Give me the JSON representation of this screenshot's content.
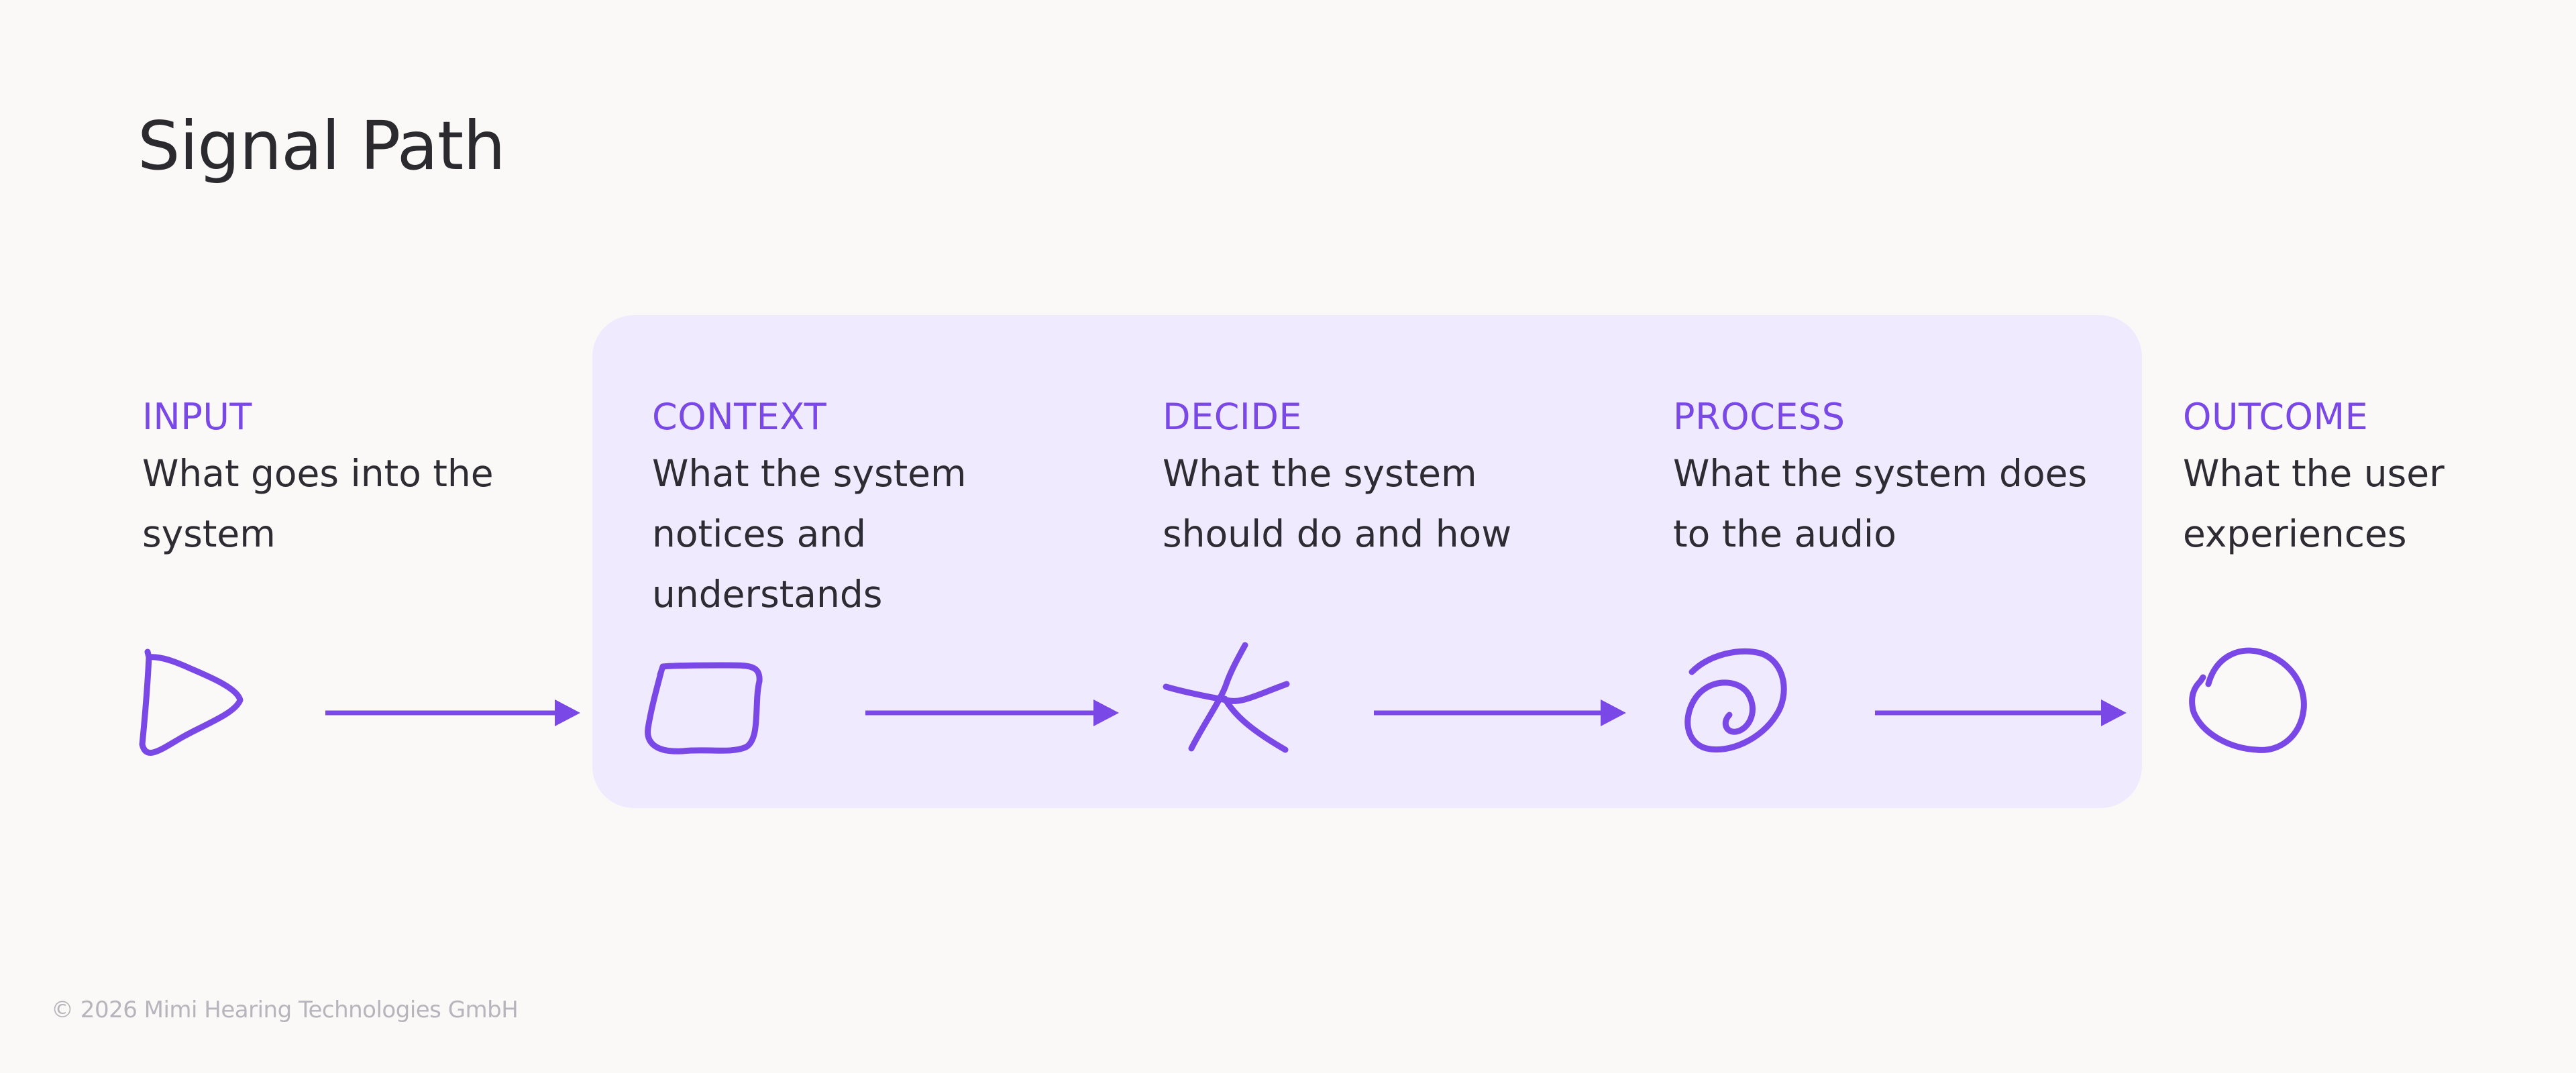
{
  "page": {
    "title": "Signal Path"
  },
  "stages": [
    {
      "label": "INPUT",
      "description": "What goes into the system",
      "icon": "triangle-icon"
    },
    {
      "label": "CONTEXT",
      "description": "What the system notices and understands",
      "icon": "square-icon"
    },
    {
      "label": "DECIDE",
      "description": "What the system should do and how",
      "icon": "asterisk-icon"
    },
    {
      "label": "PROCESS",
      "description": "What the system does to the audio",
      "icon": "spiral-icon"
    },
    {
      "label": "OUTCOME",
      "description": "What the user experiences",
      "icon": "circle-icon"
    }
  ],
  "colors": {
    "accent": "#7B48E8",
    "panel": "#EFEAFE",
    "background": "#FAF9F7",
    "text": "#2E2C33",
    "footer_text": "#B7B4BC"
  },
  "footer": {
    "copyright": "© 2026 Mimi Hearing Technologies GmbH"
  }
}
